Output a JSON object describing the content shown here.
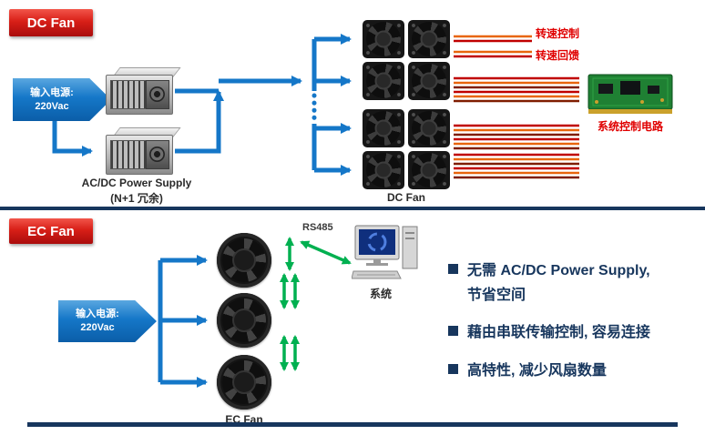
{
  "dc_section": {
    "badge_label": "DC Fan",
    "input_power": {
      "line1": "输入电源:",
      "line2": "220Vac"
    },
    "psu_caption_line1": "AC/DC Power Supply",
    "psu_caption_line2": "(N+1 冗余)",
    "fan_group_caption": "DC Fan",
    "signal_labels": {
      "speed_control": "转速控制",
      "speed_feedback": "转速回馈"
    },
    "pcb_caption": "系统控制电路"
  },
  "ec_section": {
    "badge_label": "EC Fan",
    "input_power": {
      "line1": "输入电源:",
      "line2": "220Vac"
    },
    "bus_label": "RS485",
    "computer_caption": "系统",
    "fan_group_caption": "EC Fan",
    "bullets": [
      {
        "line1": "无需 AC/DC Power Supply,",
        "line2": "节省空间"
      },
      {
        "line1": "藉由串联传输控制, 容易连接",
        "line2": ""
      },
      {
        "line1": "高特性, 减少风扇数量",
        "line2": ""
      }
    ]
  },
  "colors": {
    "flow_blue": "#1577C8",
    "bus_green": "#00B050",
    "signal_red": "#C00000",
    "signal_orange": "#E8650C",
    "signal_maroon": "#7F1D00",
    "navy": "#17365D",
    "badge_red": "#D81F17",
    "label_red": "#E00000"
  }
}
